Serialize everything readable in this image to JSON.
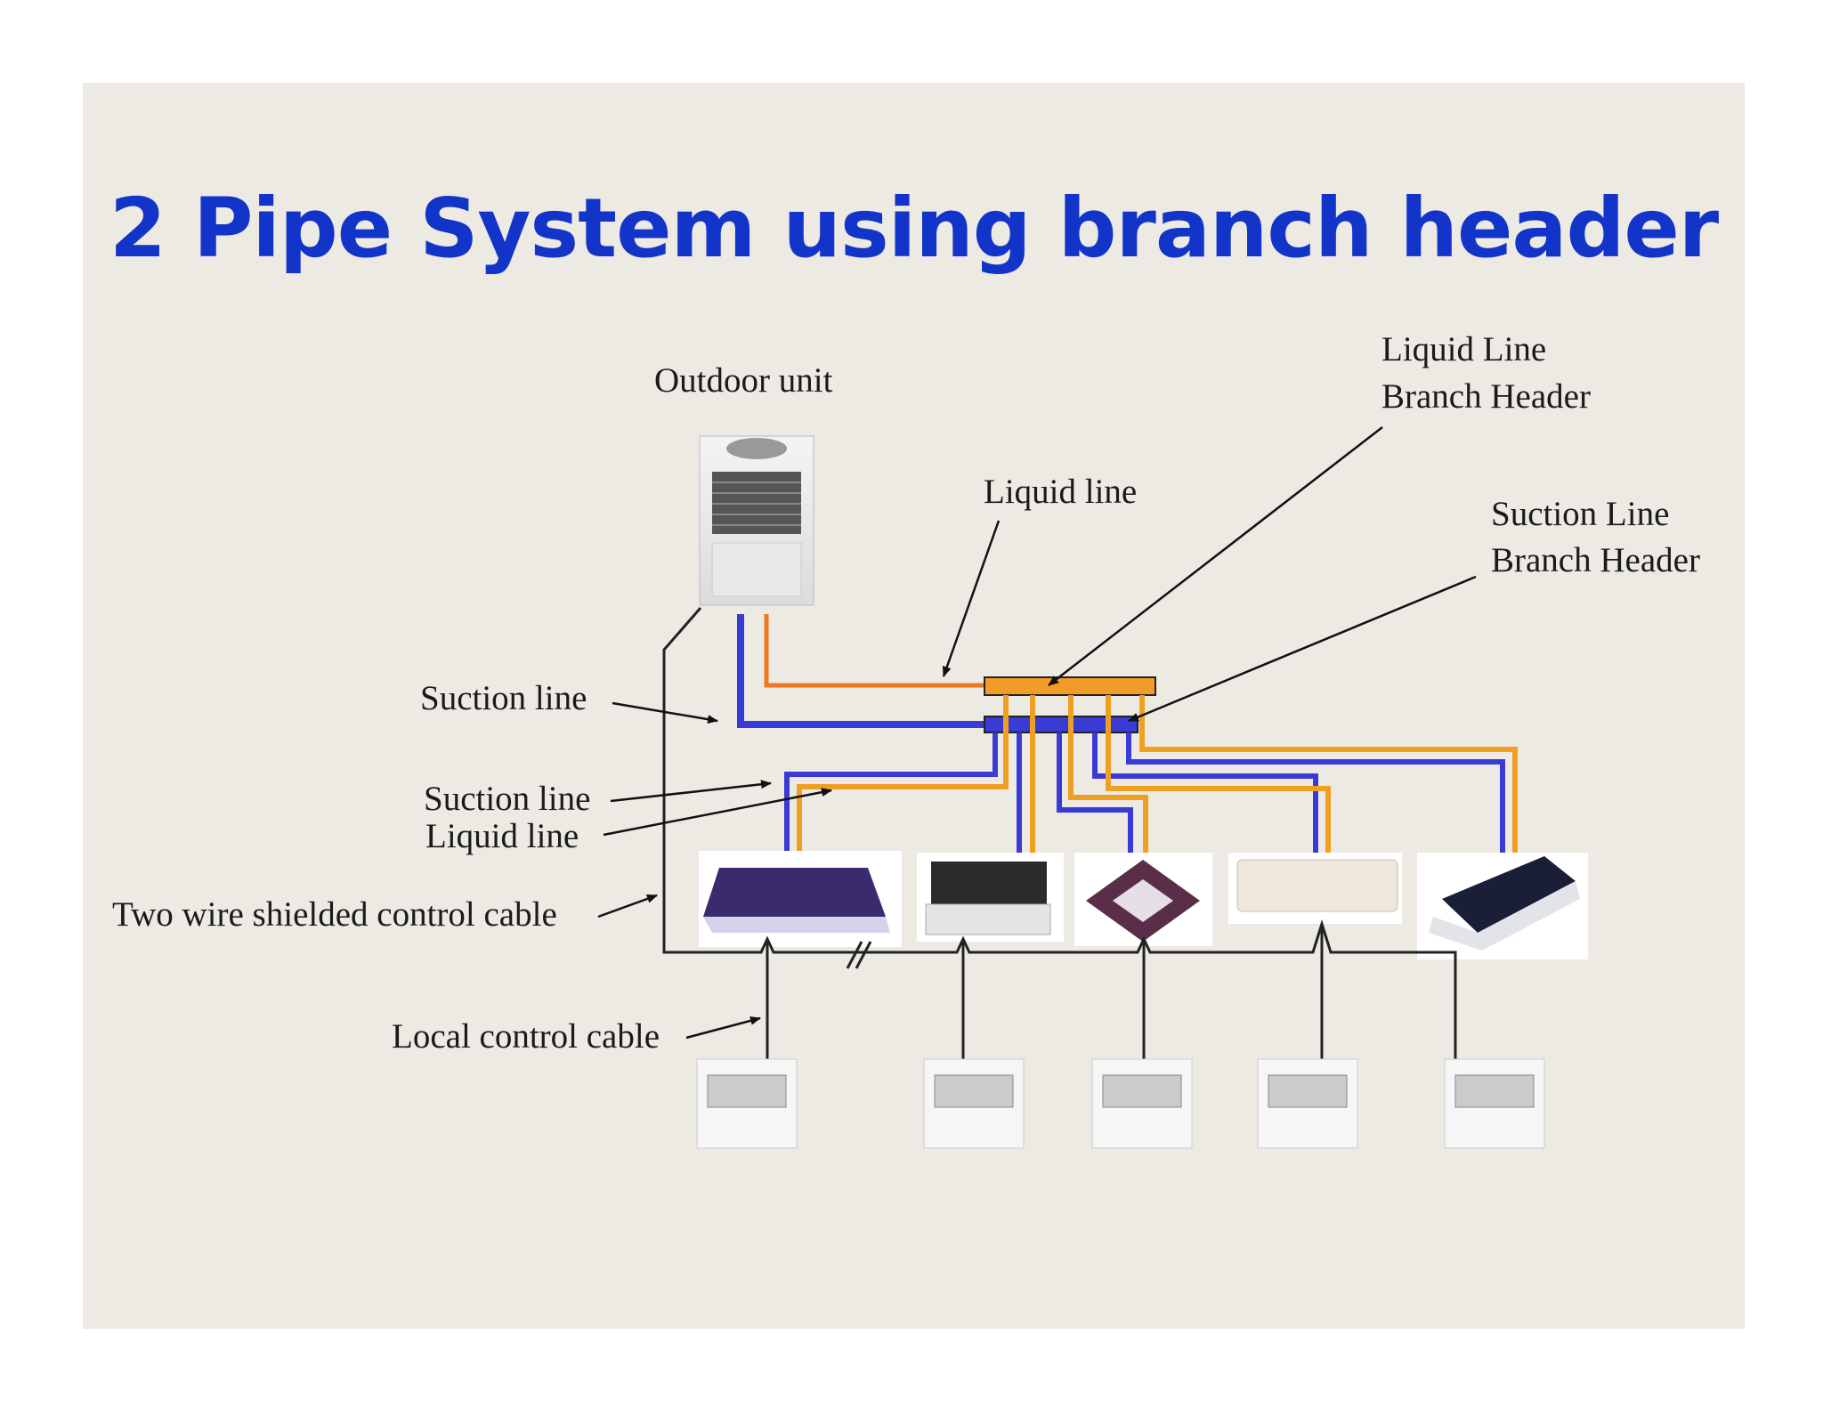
{
  "title": "2 Pipe System using branch header",
  "labels": {
    "outdoor_unit": "Outdoor unit",
    "liquid_line_top": "Liquid line",
    "liquid_branch_header_1": "Liquid Line",
    "liquid_branch_header_2": "Branch Header",
    "suction_branch_header_1": "Suction Line",
    "suction_branch_header_2": "Branch Header",
    "suction_line_main": "Suction line",
    "suction_line_indoor": "Suction line",
    "liquid_line_indoor": "Liquid line",
    "control_cable": "Two wire shielded control cable",
    "local_control_cable": "Local control cable"
  },
  "colors": {
    "background": "#edeae4",
    "title": "#1334c8",
    "suction_pipe": "#3a3ad4",
    "liquid_pipe": "#f0a020",
    "liquid_header": "#f29b2a"
  },
  "indoor_units": [
    {
      "type": "ducted-indoor-unit-purple"
    },
    {
      "type": "ceiling-concealed-unit"
    },
    {
      "type": "four-way-cassette-unit"
    },
    {
      "type": "wall-mounted-unit"
    },
    {
      "type": "two-way-cassette-unit"
    }
  ],
  "remote_controllers": 5
}
